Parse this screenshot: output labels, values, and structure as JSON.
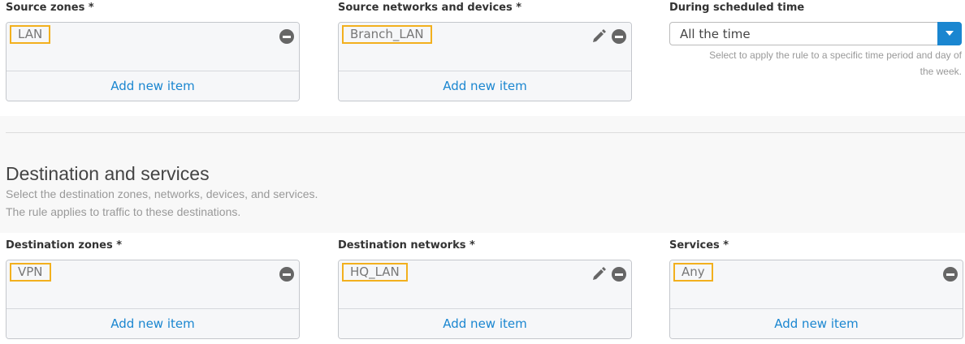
{
  "source": {
    "zones": {
      "label": "Source zones *",
      "items": [
        "LAN"
      ],
      "add": "Add new item"
    },
    "networks": {
      "label": "Source networks and devices *",
      "items": [
        "Branch_LAN"
      ],
      "add": "Add new item"
    },
    "schedule": {
      "label": "During scheduled time",
      "value": "All the time",
      "help": "Select to apply the rule to a specific time period and day of the week."
    }
  },
  "destination_section": {
    "title": "Destination and services",
    "line1": "Select the destination zones, networks, devices, and services.",
    "line2": "The rule applies to traffic to these destinations."
  },
  "destination": {
    "zones": {
      "label": "Destination zones *",
      "items": [
        "VPN"
      ],
      "add": "Add new item"
    },
    "networks": {
      "label": "Destination networks *",
      "items": [
        "HQ_LAN"
      ],
      "add": "Add new item"
    },
    "services": {
      "label": "Services *",
      "items": [
        "Any"
      ],
      "add": "Add new item"
    }
  },
  "colors": {
    "accent": "#1a86d0",
    "highlight": "#f2b01e"
  }
}
